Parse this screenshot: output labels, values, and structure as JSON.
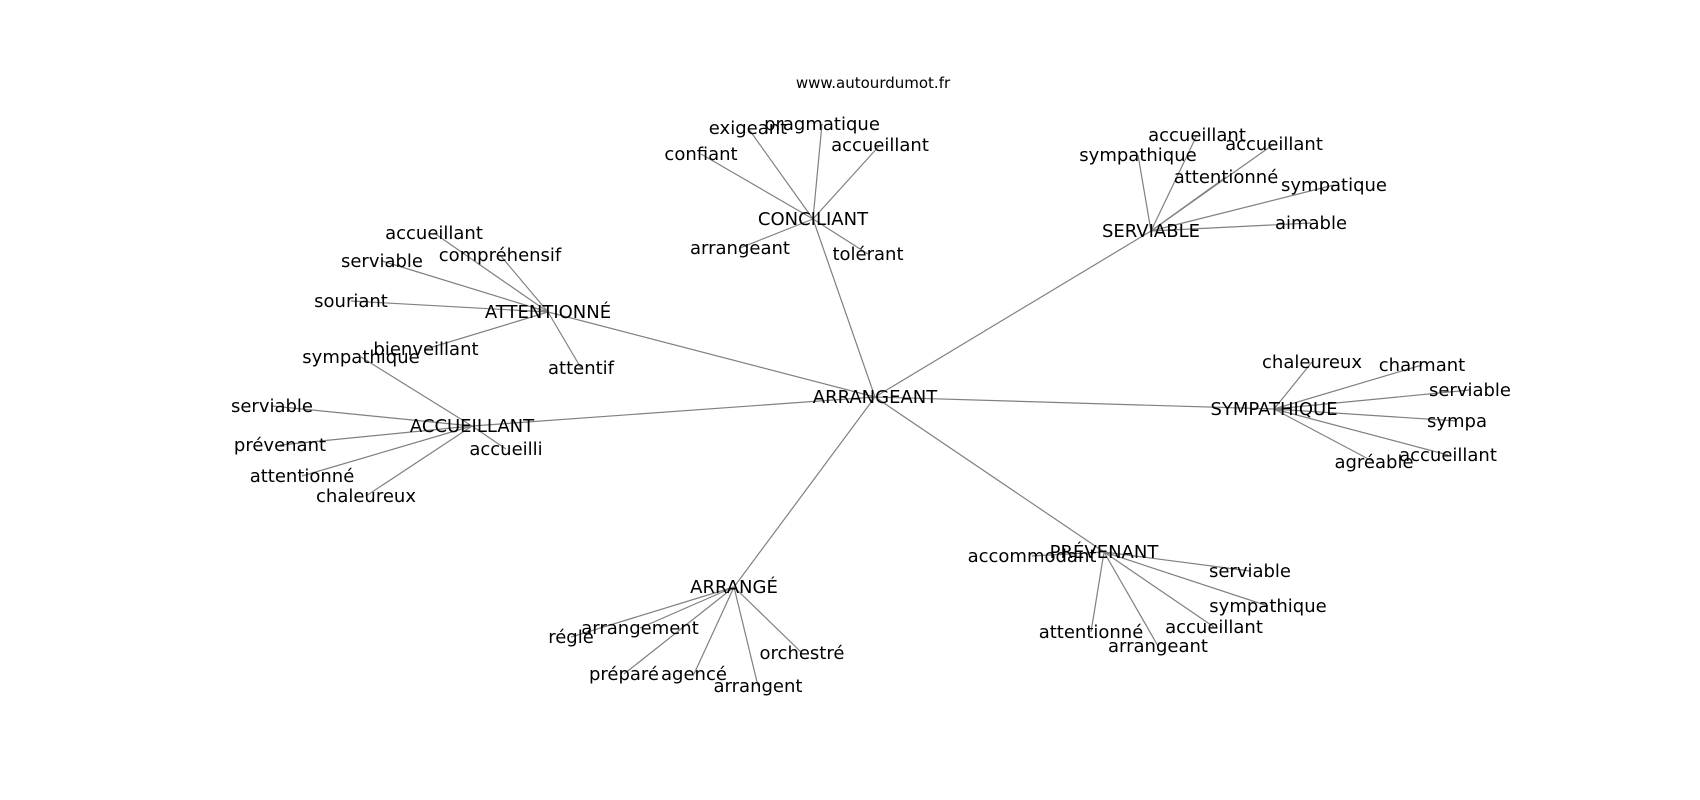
{
  "watermark": "www.autourdumot.fr",
  "graph": {
    "center": "ARRANGEANT",
    "groups": [
      {
        "label": "CONCILIANT",
        "children": [
          "exigeant",
          "pragmatique",
          "accueillant",
          "confiant",
          "arrangeant",
          "tolérant"
        ]
      },
      {
        "label": "SERVIABLE",
        "children": [
          "accueillant",
          "accueillant",
          "sympathique",
          "attentionné",
          "sympatique",
          "aimable"
        ]
      },
      {
        "label": "ATTENTIONNÉ",
        "children": [
          "accueillant",
          "compréhensif",
          "serviable",
          "souriant",
          "bienveillant",
          "attentif"
        ]
      },
      {
        "label": "ACCUEILLANT",
        "children": [
          "sympathique",
          "serviable",
          "prévenant",
          "attentionné",
          "chaleureux",
          "accueilli"
        ]
      },
      {
        "label": "SYMPATHIQUE",
        "children": [
          "chaleureux",
          "charmant",
          "serviable",
          "sympa",
          "accueillant",
          "agréable"
        ]
      },
      {
        "label": "PRÉVENANT",
        "children": [
          "accommodant",
          "serviable",
          "sympathique",
          "accueillant",
          "arrangeant",
          "attentionné"
        ]
      },
      {
        "label": "ARRANGÉ",
        "children": [
          "arrangement",
          "réglé",
          "préparé",
          "agencé",
          "arrangent",
          "orchestré"
        ]
      }
    ]
  }
}
